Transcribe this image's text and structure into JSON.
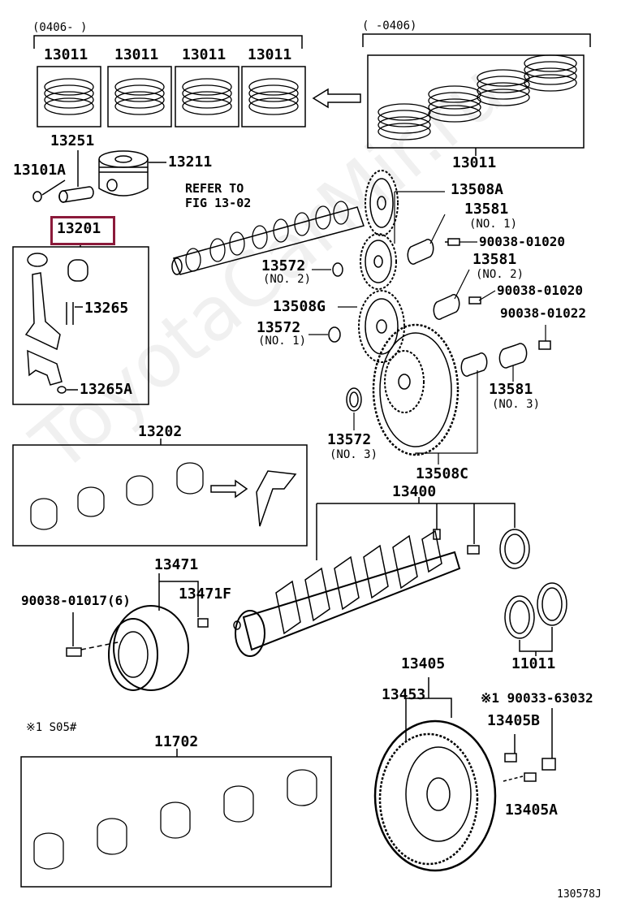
{
  "groups": {
    "new_range": "(0406-     )",
    "old_range": "(     -0406)"
  },
  "rings": [
    "13011",
    "13011",
    "13011",
    "13011"
  ],
  "labels": {
    "rings_old": "13011",
    "p13251": "13251",
    "p13101A": "13101A",
    "p13211": "13211",
    "p13201": "13201",
    "p13265": "13265",
    "p13265A": "13265A",
    "refer": "REFER TO",
    "fig": "FIG 13-02",
    "p13508A": "13508A",
    "p13581_1": "13581",
    "p13581_1n": "(NO. 1)",
    "b90038_01020a": "90038-01020",
    "p13581_2": "13581",
    "p13581_2n": "(NO. 2)",
    "b90038_01020b": "90038-01020",
    "b90038_01022": "90038-01022",
    "p13572_2": "13572",
    "p13572_2n": "(NO. 2)",
    "p13508G": "13508G",
    "p13572_1": "13572",
    "p13572_1n": "(NO. 1)",
    "p13581_3": "13581",
    "p13581_3n": "(NO. 3)",
    "p13572_3": "13572",
    "p13572_3n": "(NO. 3)",
    "p13508C": "13508C",
    "p13202": "13202",
    "p13400": "13400",
    "p13471": "13471",
    "p13471F": "13471F",
    "b90038_01017": "90038-01017(6)",
    "p11011": "11011",
    "p13405": "13405",
    "p13453": "13453",
    "b90033_63032": "※1 90033-63032",
    "p13405B": "13405B",
    "p13405A": "13405A",
    "note_s05": "※1  S05#",
    "p11702": "11702",
    "fig_code": "130578J"
  },
  "watermark": "ToyotaCarMir.ru",
  "colors": {
    "highlight": "#8b1a3a"
  }
}
